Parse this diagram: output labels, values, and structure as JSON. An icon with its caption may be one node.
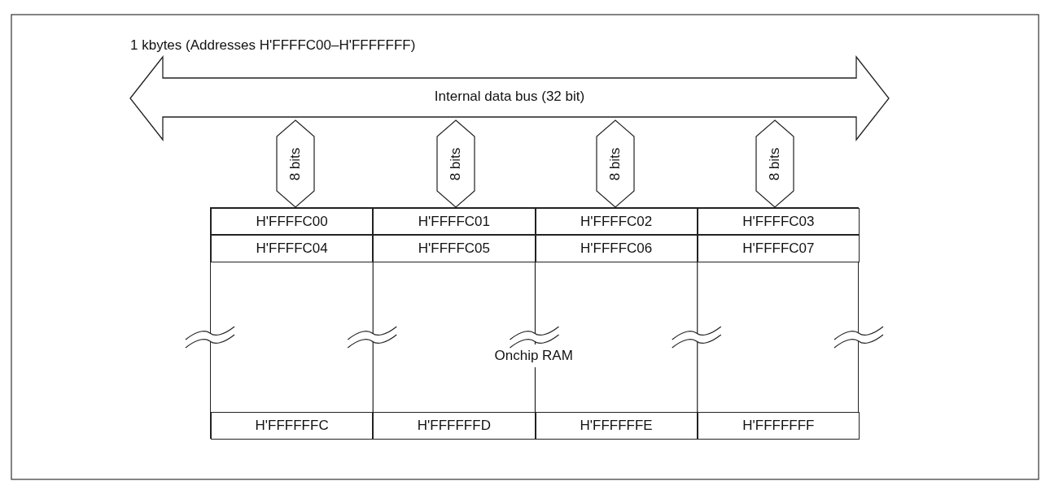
{
  "diagram": {
    "nodes": [
      {
        "text": [
          "Internal data bus (32 bit)"
        ]
      },
      {
        "text": [
          "8 bits"
        ]
      },
      {
        "text": [
          "8 bits"
        ]
      },
      {
        "text": [
          "8 bits"
        ]
      },
      {
        "text": [
          "8 bits"
        ]
      },
      {
        "text": [
          "Onchip RAM"
        ]
      },
      {
        "text": [
          "H'FFFFC00"
        ],
        "in": 5
      },
      {
        "text": [
          "H'FFFFC01"
        ],
        "in": 5
      },
      {
        "text": [
          "H'FFFFC02"
        ],
        "in": 5
      },
      {
        "text": [
          "H'FFFFC03"
        ],
        "in": 5
      },
      {
        "text": [
          "H'FFFFC04"
        ],
        "in": 5
      },
      {
        "text": [
          "H'FFFFC05"
        ],
        "in": 5
      },
      {
        "text": [
          "H'FFFFC06"
        ],
        "in": 5
      },
      {
        "text": [
          "H'FFFFC07"
        ],
        "in": 5
      },
      {
        "text": [
          "H'FFFFFFC"
        ],
        "in": 5
      },
      {
        "text": [
          "H'FFFFFFD"
        ],
        "in": 5
      },
      {
        "text": [
          "H'FFFFFFE"
        ],
        "in": 5
      },
      {
        "text": [
          "H'FFFFFFF"
        ],
        "in": 5
      }
    ],
    "labels": [
      "1 kbytes (Addresses H'FFFFC00–H'FFFFFFF)"
    ]
  }
}
